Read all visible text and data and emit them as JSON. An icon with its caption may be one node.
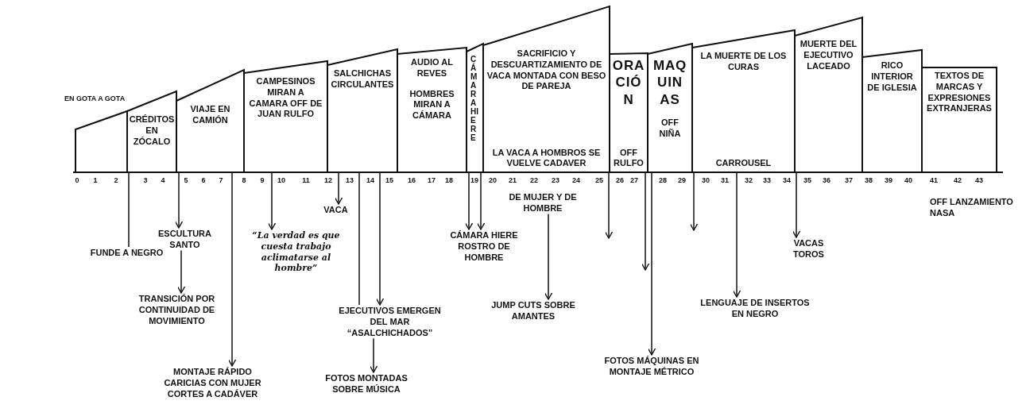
{
  "diagram": {
    "nodes": [
      {
        "text": [
          "EN GOTA A GOTA"
        ]
      },
      {
        "text": [
          "CRÉDITOS EN ZÓCALO"
        ]
      },
      {
        "text": [
          "VIAJE EN CAMIÓN"
        ]
      },
      {
        "text": [
          "CAMPESINOS MIRAN A CAMARA OFF DE JUAN RULFO"
        ]
      },
      {
        "text": [
          "SALCHICHAS CIRCULANTES"
        ]
      },
      {
        "text": [
          "AUDIO AL REVES",
          "HOMBRES MIRAN A CÁMARA"
        ]
      },
      {
        "text": [
          "CÁMARA HIERE"
        ]
      },
      {
        "text": [
          "SACRIFICIO Y DESCUARTIZAMIENTO DE VACA MONTADA CON BESO DE PAREJA",
          "LA VACA A HOMBROS SE VUELVE CADAVER"
        ]
      },
      {
        "text": [
          "ORACIÓN",
          "OFF RULFO"
        ]
      },
      {
        "text": [
          "MAQUINAS",
          "OFF NIÑA"
        ]
      },
      {
        "text": [
          "LA MUERTE DE LOS CURAS",
          "CARROUSEL"
        ]
      },
      {
        "text": [
          "MUERTE DEL EJECUTIVO LACEADO"
        ]
      },
      {
        "text": [
          "RICO INTERIOR DE IGLESIA"
        ]
      },
      {
        "text": [
          "TEXTOS DE MARCAS Y EXPRESIONES EXTRANJERAS"
        ]
      },
      {
        "text": [
          "FUNDE A NEGRO"
        ]
      },
      {
        "text": [
          "ESCULTURA SANTO"
        ]
      },
      {
        "text": [
          "TRANSICIÓN POR CONTINUIDAD DE MOVIMIENTO"
        ]
      },
      {
        "text": [
          "MONTAJE RÁPIDO CARICIAS CON MUJER CORTES A CADÁVER"
        ]
      },
      {
        "text": [
          "“La verdad es que cuesta trabajo aclimatarse al hombre”"
        ]
      },
      {
        "text": [
          "VACA"
        ]
      },
      {
        "text": [
          "EJECUTIVOS EMERGEN DEL MAR “ASALCHICHADOS”"
        ]
      },
      {
        "text": [
          "FOTOS MONTADAS SOBRE MÚSICA"
        ]
      },
      {
        "text": [
          "CÁMARA HIERE ROSTRO DE HOMBRE"
        ]
      },
      {
        "text": [
          "DE MUJER Y DE HOMBRE"
        ]
      },
      {
        "text": [
          "JUMP CUTS SOBRE AMANTES"
        ]
      },
      {
        "text": [
          "FOTOS MÁQUINAS EN MONTAJE MÉTRICO"
        ]
      },
      {
        "text": [
          "LENGUAJE DE INSERTOS EN NEGRO"
        ]
      },
      {
        "text": [
          "VACAS TOROS"
        ]
      }
    ],
    "edges": [
      {
        "from": 1,
        "to": 14,
        "arrow": "none"
      },
      {
        "from": 2,
        "to": 15,
        "arrow": "to"
      },
      {
        "from": 15,
        "to": 16,
        "arrow": "to"
      },
      {
        "from": 2,
        "to": 17,
        "arrow": "to"
      },
      {
        "from": 3,
        "to": 18,
        "arrow": "to"
      },
      {
        "from": 4,
        "to": 19,
        "arrow": "to"
      },
      {
        "from": 4,
        "to": 20,
        "arrow": "none"
      },
      {
        "from": 4,
        "to": 20,
        "arrow": "to"
      },
      {
        "from": 20,
        "to": 21,
        "arrow": "to"
      },
      {
        "from": 6,
        "to": 22,
        "arrow": "to"
      },
      {
        "from": 6,
        "to": 22,
        "arrow": "to"
      },
      {
        "from": 23,
        "to": 24,
        "arrow": "to"
      },
      {
        "from": 7,
        "to": null,
        "arrow": "to"
      },
      {
        "from": 9,
        "to": null,
        "arrow": "to"
      },
      {
        "from": 9,
        "to": 25,
        "arrow": "to"
      },
      {
        "from": 10,
        "to": null,
        "arrow": "to"
      },
      {
        "from": 10,
        "to": 26,
        "arrow": "to"
      },
      {
        "from": 11,
        "to": 27,
        "arrow": "to"
      }
    ],
    "labels": [
      "0",
      "1",
      "2",
      "3",
      "4",
      "5",
      "6",
      "7",
      "8",
      "9",
      "10",
      "11",
      "12",
      "13",
      "14",
      "15",
      "16",
      "17",
      "18",
      "19",
      "20",
      "21",
      "22",
      "23",
      "24",
      "25",
      "26",
      "27",
      "28",
      "29",
      "30",
      "31",
      "32",
      "33",
      "34",
      "35",
      "36",
      "37",
      "38",
      "39",
      "40",
      "41",
      "42",
      "43",
      "OFF LANZAMIENTO NASA"
    ]
  }
}
